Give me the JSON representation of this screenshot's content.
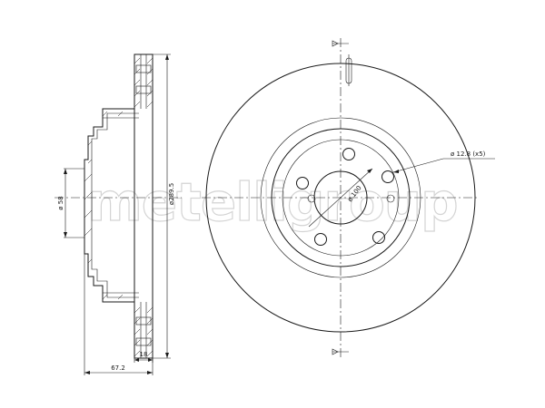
{
  "watermark": "metelligroup",
  "dimensions": {
    "overall_width": "67.2",
    "flange_thickness": "18",
    "hub_bore": "ø 58",
    "disc_diameter": "ø289.5",
    "pitch_circle": "ø 100",
    "bolt_holes": "ø 12.8 (x5)"
  }
}
